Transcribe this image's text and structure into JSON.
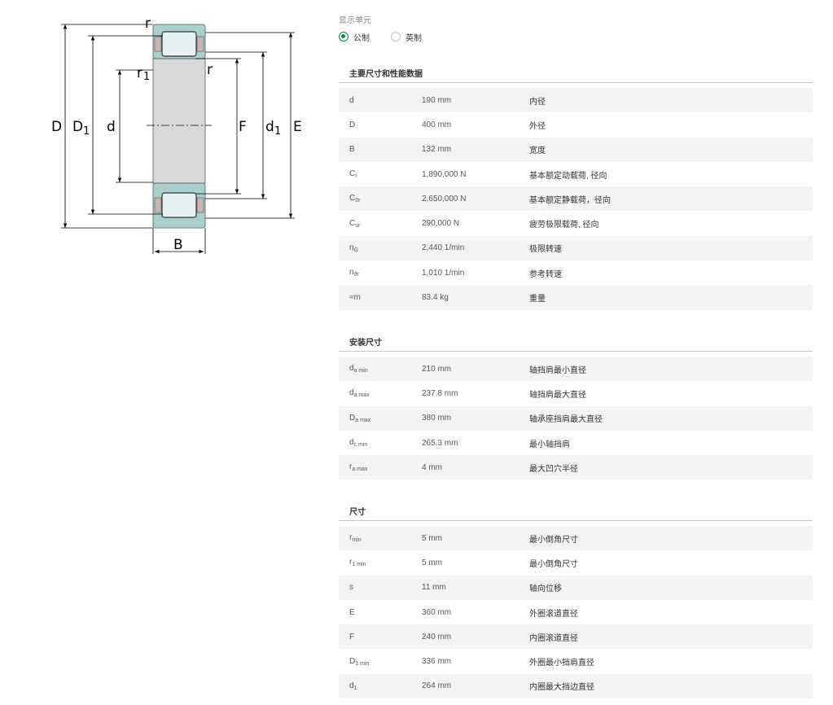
{
  "diagram": {
    "labels": {
      "r_top": "r",
      "r1": "r",
      "r1_sub": "1",
      "r_inner": "r",
      "D": "D",
      "D1": "D",
      "D1_sub": "1",
      "d": "d",
      "F": "F",
      "d1": "d",
      "d1_sub": "1",
      "E": "E",
      "B": "B"
    }
  },
  "units": {
    "label": "显示单元",
    "metric": "公制",
    "imperial": "英制",
    "selected": "metric"
  },
  "sections": [
    {
      "title": "主要尺寸和性能数据",
      "rows": [
        {
          "sym": "d",
          "sub": "",
          "val": "190 mm",
          "desc": "内径"
        },
        {
          "sym": "D",
          "sub": "",
          "val": "400 mm",
          "desc": "外径"
        },
        {
          "sym": "B",
          "sub": "",
          "val": "132 mm",
          "desc": "宽度"
        },
        {
          "sym": "C",
          "sub": "r",
          "val": "1,890,000 N",
          "desc": "基本额定动载荷, 径向"
        },
        {
          "sym": "C",
          "sub": "0r",
          "val": "2,650,000 N",
          "desc": "基本额定静载荷，径向"
        },
        {
          "sym": "C",
          "sub": "ur",
          "val": "290,000 N",
          "desc": "疲劳极限载荷, 径向"
        },
        {
          "sym": "n",
          "sub": "G",
          "val": "2,440 1/min",
          "desc": "极限转速"
        },
        {
          "sym": "n",
          "sub": "ϑr",
          "val": "1,010 1/min",
          "desc": "参考转速"
        },
        {
          "sym": "≈m",
          "sub": "",
          "val": "83.4 kg",
          "desc": "重量"
        }
      ]
    },
    {
      "title": "安装尺寸",
      "rows": [
        {
          "sym": "d",
          "sub": "a min",
          "val": "210 mm",
          "desc": "轴挡肩最小直径"
        },
        {
          "sym": "d",
          "sub": "a max",
          "val": "237.8 mm",
          "desc": "轴挡肩最大直径"
        },
        {
          "sym": "D",
          "sub": "a max",
          "val": "380 mm",
          "desc": "轴承座挡肩最大直径"
        },
        {
          "sym": "d",
          "sub": "c min",
          "val": "265.3 mm",
          "desc": "最小轴挡肩"
        },
        {
          "sym": "r",
          "sub": "a max",
          "val": "4 mm",
          "desc": "最大凹穴半径"
        }
      ]
    },
    {
      "title": "尺寸",
      "rows": [
        {
          "sym": "r",
          "sub": "min",
          "val": "5 mm",
          "desc": "最小倒角尺寸"
        },
        {
          "sym": "r",
          "sub": "1 min",
          "val": "5 mm",
          "desc": "最小倒角尺寸"
        },
        {
          "sym": "s",
          "sub": "",
          "val": "11 mm",
          "desc": "轴向位移"
        },
        {
          "sym": "E",
          "sub": "",
          "val": "360 mm",
          "desc": "外圈滚道直径"
        },
        {
          "sym": "F",
          "sub": "",
          "val": "240 mm",
          "desc": "内圈滚道直径"
        },
        {
          "sym": "D",
          "sub": "1 min",
          "val": "336 mm",
          "desc": "外圈最小挡肩直径"
        },
        {
          "sym": "d",
          "sub": "1",
          "val": "264 mm",
          "desc": "内圈最大挡边直径"
        }
      ]
    }
  ]
}
